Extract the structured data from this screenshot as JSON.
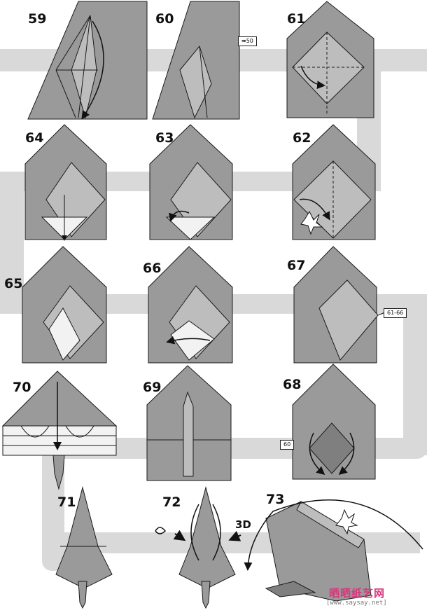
{
  "steps": [
    {
      "n": "59"
    },
    {
      "n": "60"
    },
    {
      "n": "61"
    },
    {
      "n": "64"
    },
    {
      "n": "63"
    },
    {
      "n": "62"
    },
    {
      "n": "65"
    },
    {
      "n": "66"
    },
    {
      "n": "67"
    },
    {
      "n": "70"
    },
    {
      "n": "69"
    },
    {
      "n": "68"
    },
    {
      "n": "71"
    },
    {
      "n": "72"
    },
    {
      "n": "73"
    }
  ],
  "refs": {
    "r60": "50",
    "r67": "61-66",
    "r68": "60"
  },
  "label_3d": "3D",
  "watermark": {
    "brand": "晒晒纸艺网",
    "url": "[www.saysay.net]"
  },
  "colors": {
    "paper": "#9a9a9a",
    "paper_dark": "#7f7f7f",
    "paper_light": "#f2f2f2",
    "band": "#d9d9d9",
    "line": "#1a1a1a"
  }
}
